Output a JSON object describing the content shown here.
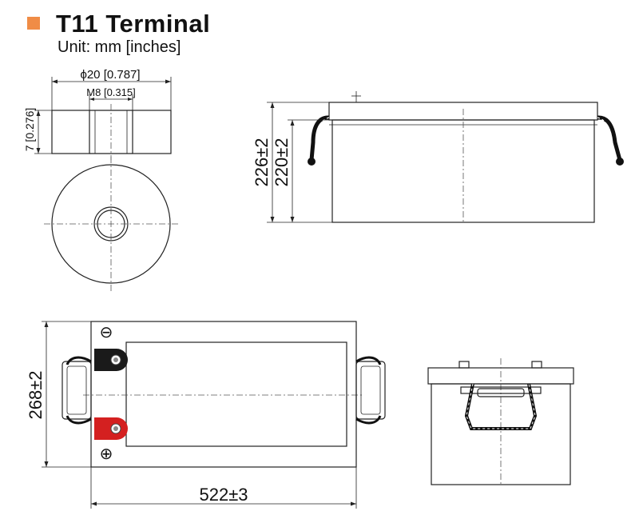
{
  "header": {
    "title": "T11 Terminal",
    "unit": "Unit: mm [inches]",
    "bullet_color": "#f08c46"
  },
  "terminal_detail": {
    "outer_diameter": "ϕ20 [0.787]",
    "thread": "M8 [0.315]",
    "height": "7 [0.276]"
  },
  "side_view": {
    "total_height": "226±2",
    "case_height": "220±2"
  },
  "top_view": {
    "width": "268±2",
    "length": "522±3",
    "negative_symbol": "⊖",
    "positive_symbol": "⊕",
    "negative_color": "#1a1a1a",
    "positive_color": "#d42020"
  }
}
